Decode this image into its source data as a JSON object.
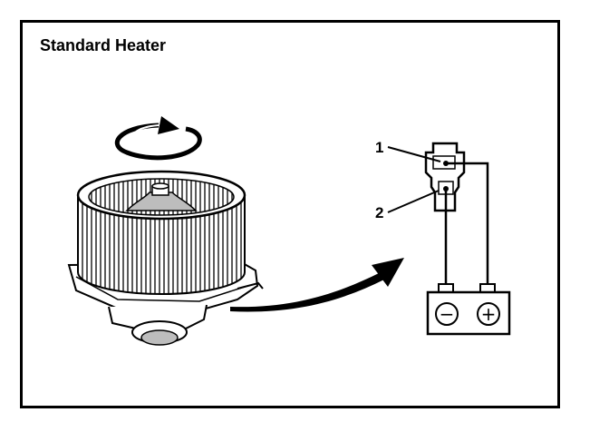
{
  "title": "Standard Heater",
  "callouts": {
    "one": "1",
    "two": "2"
  },
  "battery": {
    "negative_symbol": "−",
    "positive_symbol": "+"
  },
  "colors": {
    "ink": "#000000",
    "paper": "#ffffff",
    "shade": "#bdbdbd"
  }
}
